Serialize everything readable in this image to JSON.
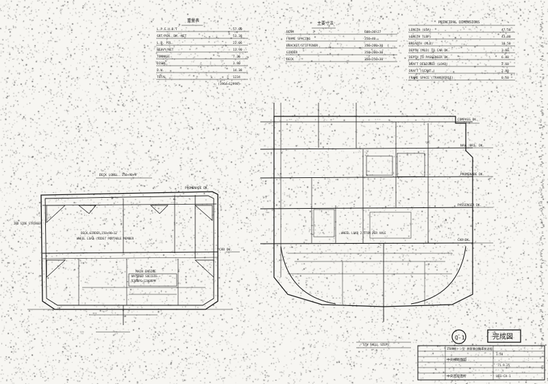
{
  "sheet": {
    "stamp": "完成図",
    "sheet_number": "Q-1"
  },
  "table_left": {
    "title": "重量表",
    "rows": [
      {
        "label": "L.P.E.H.D.T",
        "value": "57.00"
      },
      {
        "label": "GRT/PLN. DK.-NET",
        "value": "53.38"
      },
      {
        "label": "L.B. PIL.",
        "value": "22.06"
      },
      {
        "label": "HEAVY/NET",
        "value": "13.90"
      },
      {
        "label": "TONNAGE",
        "value": "7.26"
      },
      {
        "label": "DISPL.",
        "value": "3.90"
      },
      {
        "label": "D.W.",
        "value": "14.38"
      },
      {
        "label": "TOTAL",
        "value": "1234"
      }
    ],
    "note": "(1964×12998)"
  },
  "table_mid": {
    "title": "主要寸法",
    "rows": [
      {
        "label": "BEAM",
        "value": "600×30×27"
      },
      {
        "label": "FRAME SPACING",
        "value": "350×40"
      },
      {
        "label": "BRACKET/STIFFENER",
        "value": "350×200×30"
      },
      {
        "label": "GIRDER",
        "value": "350×200×30"
      },
      {
        "label": "DECK",
        "value": "350×250×30"
      }
    ]
  },
  "table_right": {
    "title": "PRINCIPAL DIMENSIONS",
    "rows": [
      {
        "label": "LENGTH (LOA)",
        "value": "47.50"
      },
      {
        "label": "LENGTH (LBP)",
        "value": "43.00"
      },
      {
        "label": "BREADTH (MLD)",
        "value": "10.50"
      },
      {
        "label": "DEPTH (MLD) TO CAR DK.",
        "value": "3.60"
      },
      {
        "label": "DEPTH TO PASSENGER DK.",
        "value": "6.80"
      },
      {
        "label": "DRAFT DESIGNED (LOAD)",
        "value": "2.60"
      },
      {
        "label": "DRAFT (SCANT.)",
        "value": "2.80"
      },
      {
        "label": "FRAME SPACE (TRANSVERSE)",
        "value": "0.50"
      }
    ]
  },
  "left_section": {
    "deck_top": "DECK LONGL. 150×90×9",
    "promenade": "PROMENADE DK.",
    "car_dk": "CAR DK.",
    "deck_girder": "DECK GIRDER 150×90×12",
    "wheel_load": "WHEEL LOAD (SIDE) PORTABLE MEMBER",
    "engine_1": "MAIN ENGINE",
    "engine_2": "WATERED SUCCESS",
    "engine_3": "1300PS×1200RPM",
    "side_label": "2ND SIDE STRINGER"
  },
  "right_section": {
    "compass": "COMPASS DK.",
    "nav": "NAV. BRI. DK.",
    "promenade": "PROMENADE DK.",
    "passenger": "PASSENGER DK.",
    "car": "CAR DK.",
    "wheel": "WHEEL LOAD 2.5TON PER AXLE",
    "shell": "STW SHELL STEPS"
  },
  "title_block": {
    "vessel": "1500総トン型 旅客兼自動車航送船",
    "drawing": "中央横断面図",
    "company": "中央造船造所",
    "drawing_no": "USS-CA-1",
    "scale": "1:50",
    "date": "'71.9.25"
  }
}
